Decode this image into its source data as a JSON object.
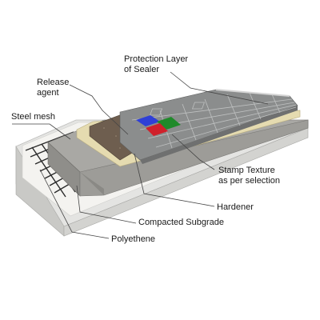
{
  "diagram": {
    "labels": {
      "protection_line1": "Protection Layer",
      "protection_line2": "of Sealer",
      "release_line1": "Release",
      "release_line2": "agent",
      "steel_mesh": "Steel mesh",
      "stamp_line1": "Stamp Texture",
      "stamp_line2": "as per selection",
      "hardener": "Hardener",
      "subgrade": "Compacted Subgrade",
      "polyethene": "Polyethene"
    },
    "colors": {
      "subgrade": "#d9d9d7",
      "polyethene": "#f2f1ee",
      "concrete": "#9d9c98",
      "release_agent": "#e3d8a8",
      "hardener": "#6e5e4f",
      "stamp": "#8a8c8c",
      "sealer_edge": "#cfcfcf",
      "swatch_blue": "#2f3fd6",
      "swatch_green": "#1f8a2a",
      "swatch_red": "#d0202a",
      "leader_line": "#444444"
    }
  }
}
